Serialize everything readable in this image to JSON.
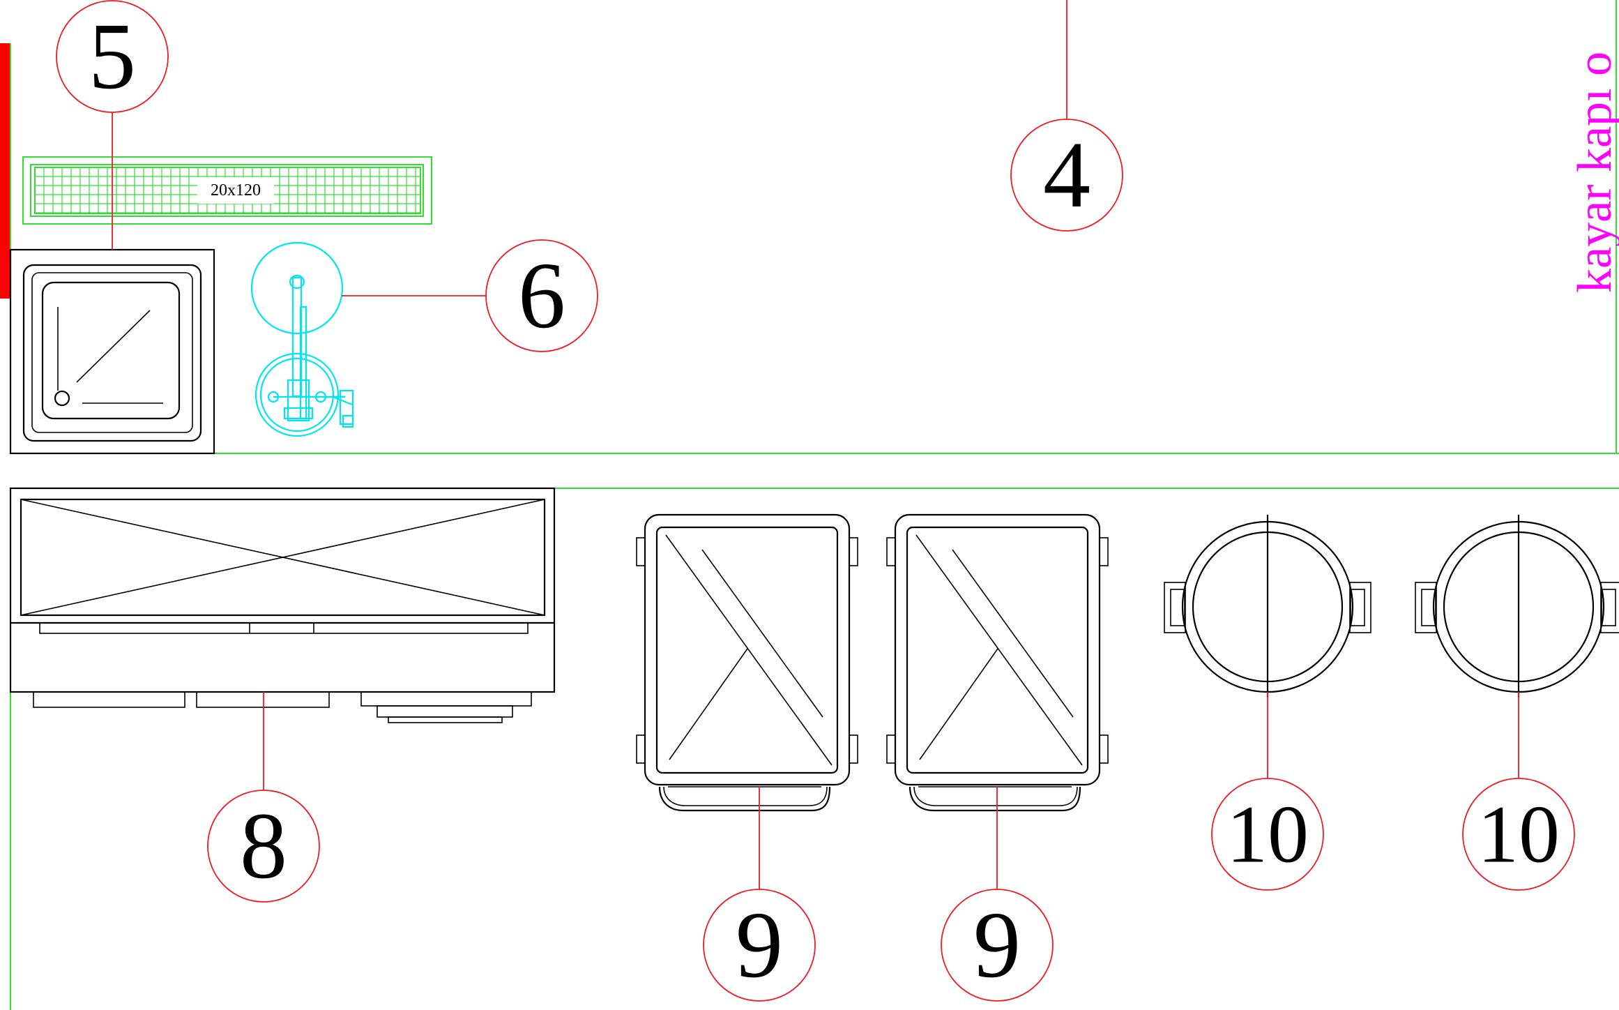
{
  "drawing": {
    "tags": {
      "tag_4": "4",
      "tag_5": "5",
      "tag_6": "6",
      "tag_8": "8",
      "tag_9a": "9",
      "tag_9b": "9",
      "tag_10a": "10",
      "tag_10b": "10"
    },
    "floor_grate_label": "20x120",
    "door_note": "kayar kapı o",
    "colors": {
      "tag_circle": "#ee1c24",
      "walls": "#33dd33",
      "fixture_cyan": "#00e5ee",
      "door_note": "#ff00ff",
      "wall_mark": "#ff0000",
      "equipment": "#000000"
    }
  }
}
